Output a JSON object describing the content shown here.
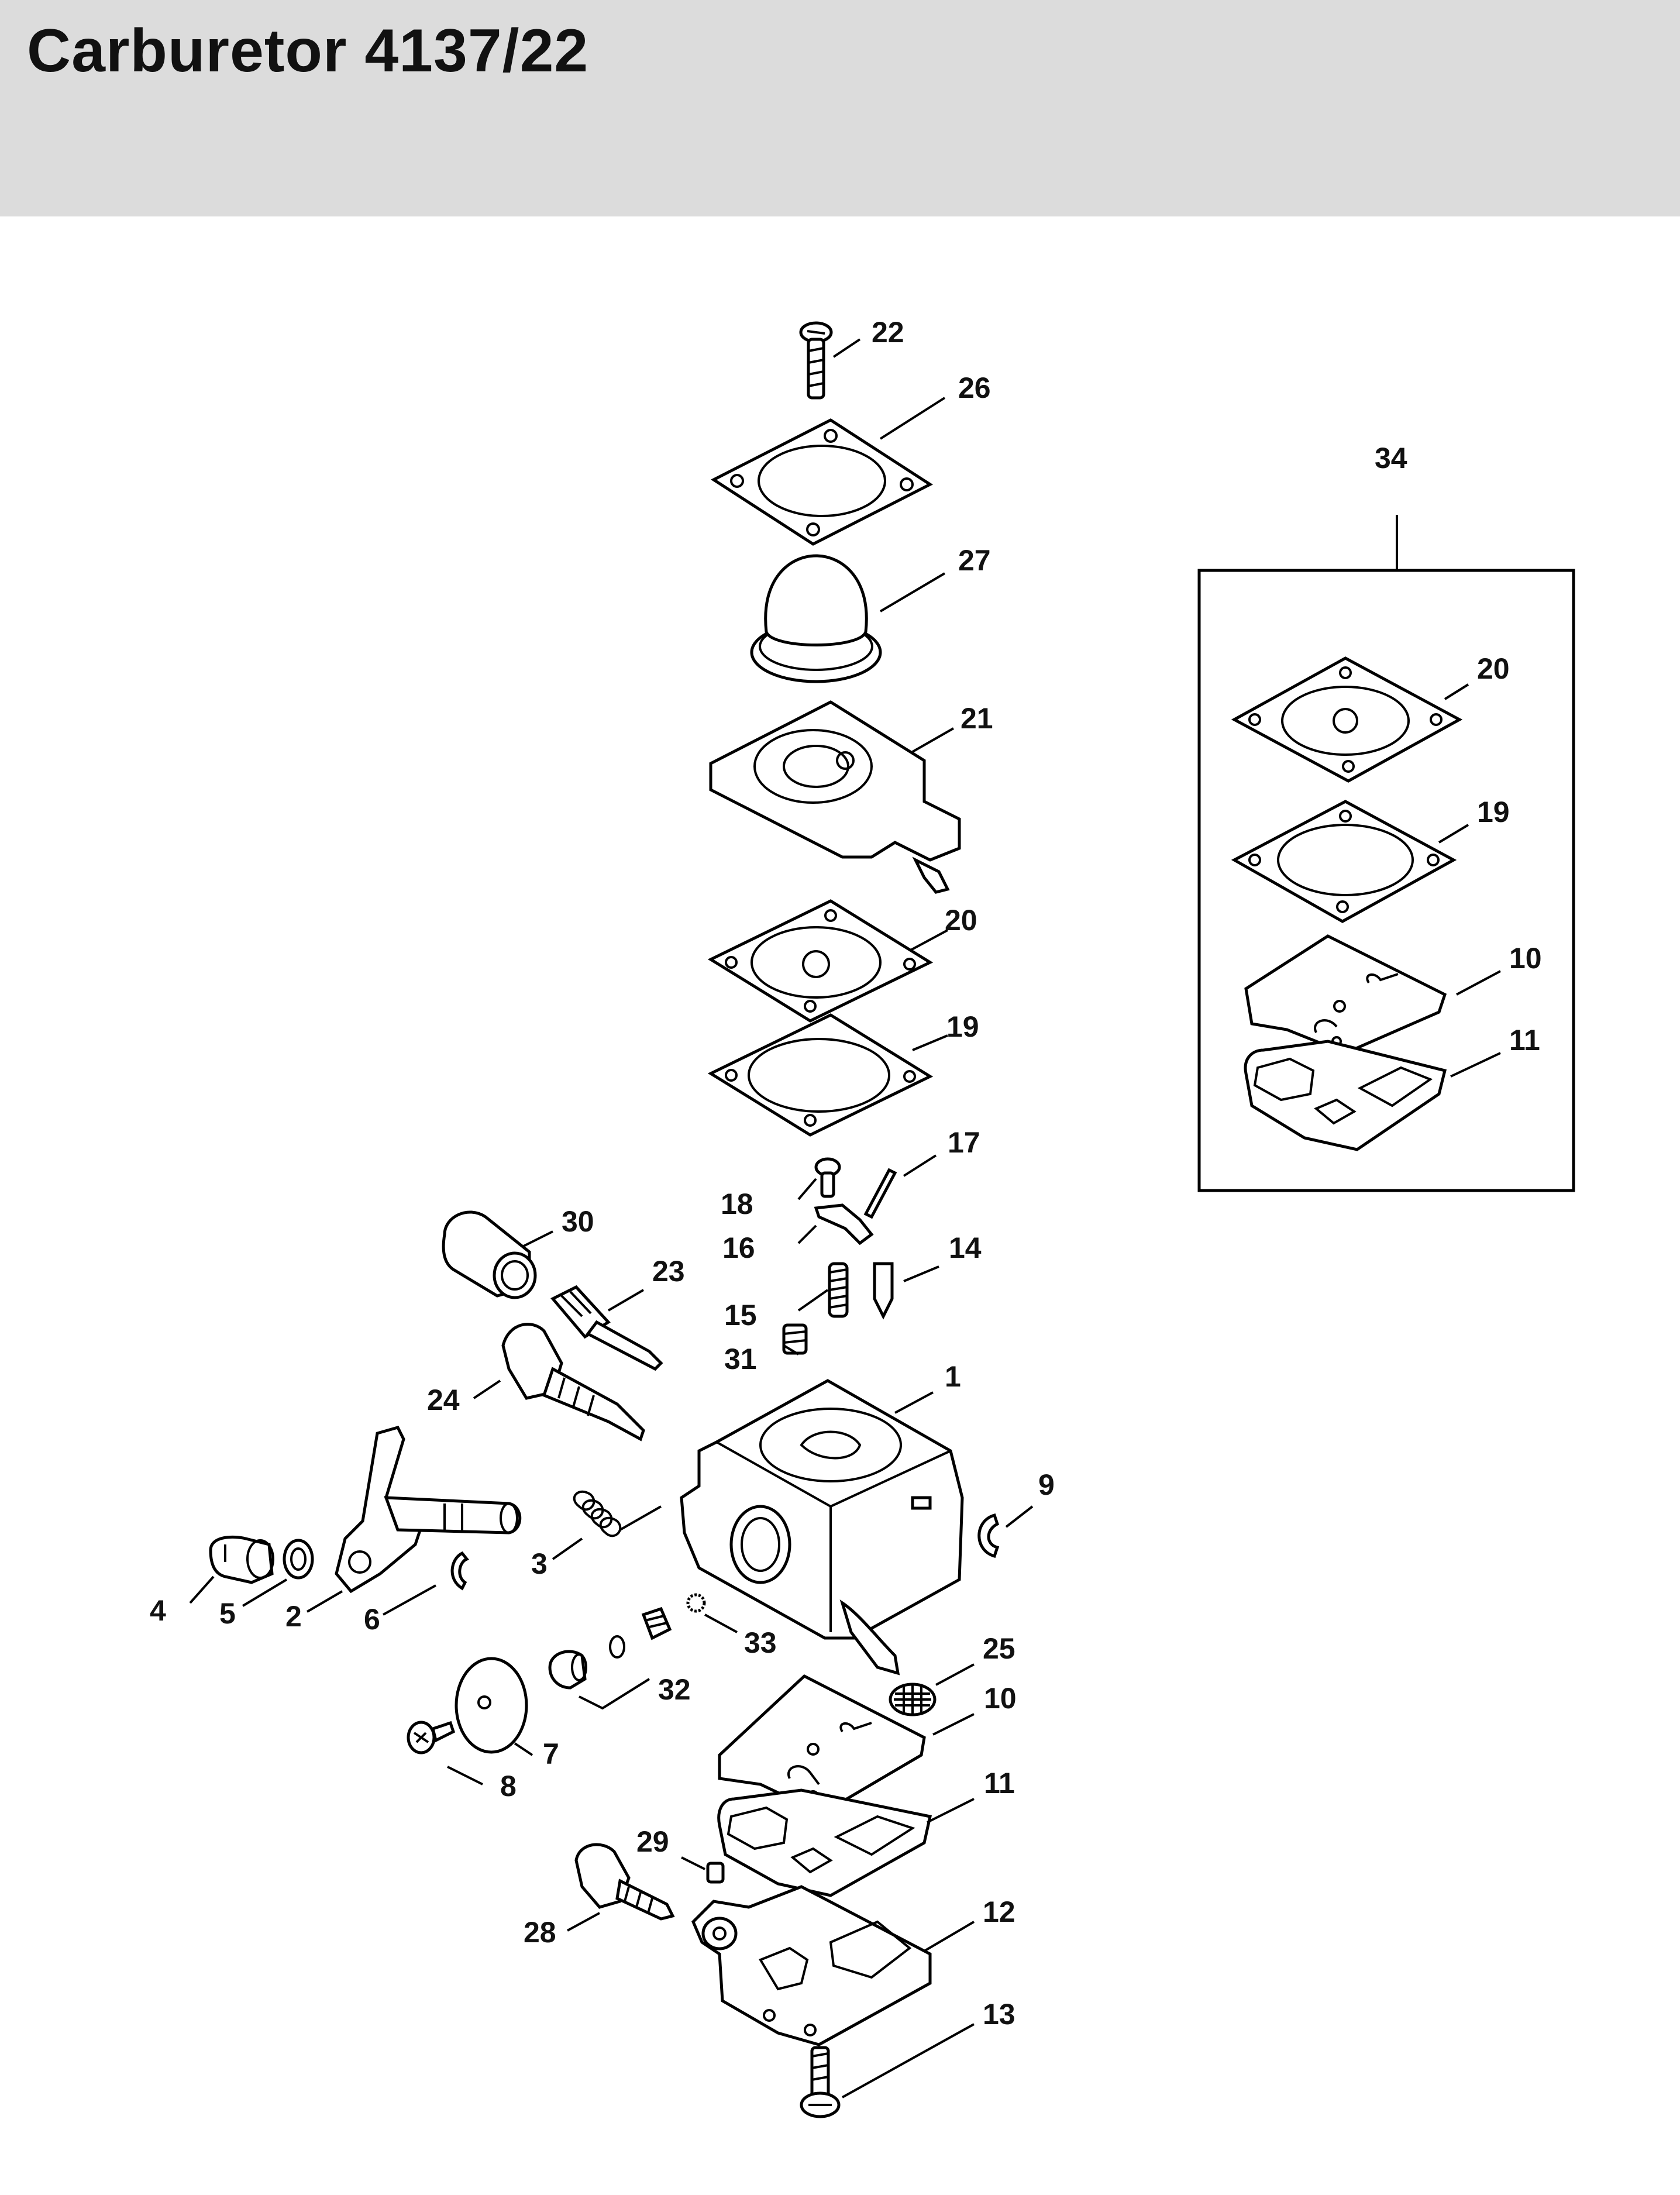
{
  "header": {
    "title": "Carburetor 4137/22"
  },
  "callouts": {
    "c1": "1",
    "c2": "2",
    "c3": "3",
    "c4": "4",
    "c5": "5",
    "c6": "6",
    "c7": "7",
    "c8": "8",
    "c9": "9",
    "c10": "10",
    "c10b": "10",
    "c11": "11",
    "c11b": "11",
    "c12": "12",
    "c13": "13",
    "c14": "14",
    "c15": "15",
    "c16": "16",
    "c17": "17",
    "c18": "18",
    "c19": "19",
    "c19b": "19",
    "c20": "20",
    "c20b": "20",
    "c21": "21",
    "c22": "22",
    "c23": "23",
    "c24": "24",
    "c25": "25",
    "c26": "26",
    "c27": "27",
    "c28": "28",
    "c29": "29",
    "c30": "30",
    "c31": "31",
    "c32": "32",
    "c33": "33",
    "c34": "34"
  }
}
